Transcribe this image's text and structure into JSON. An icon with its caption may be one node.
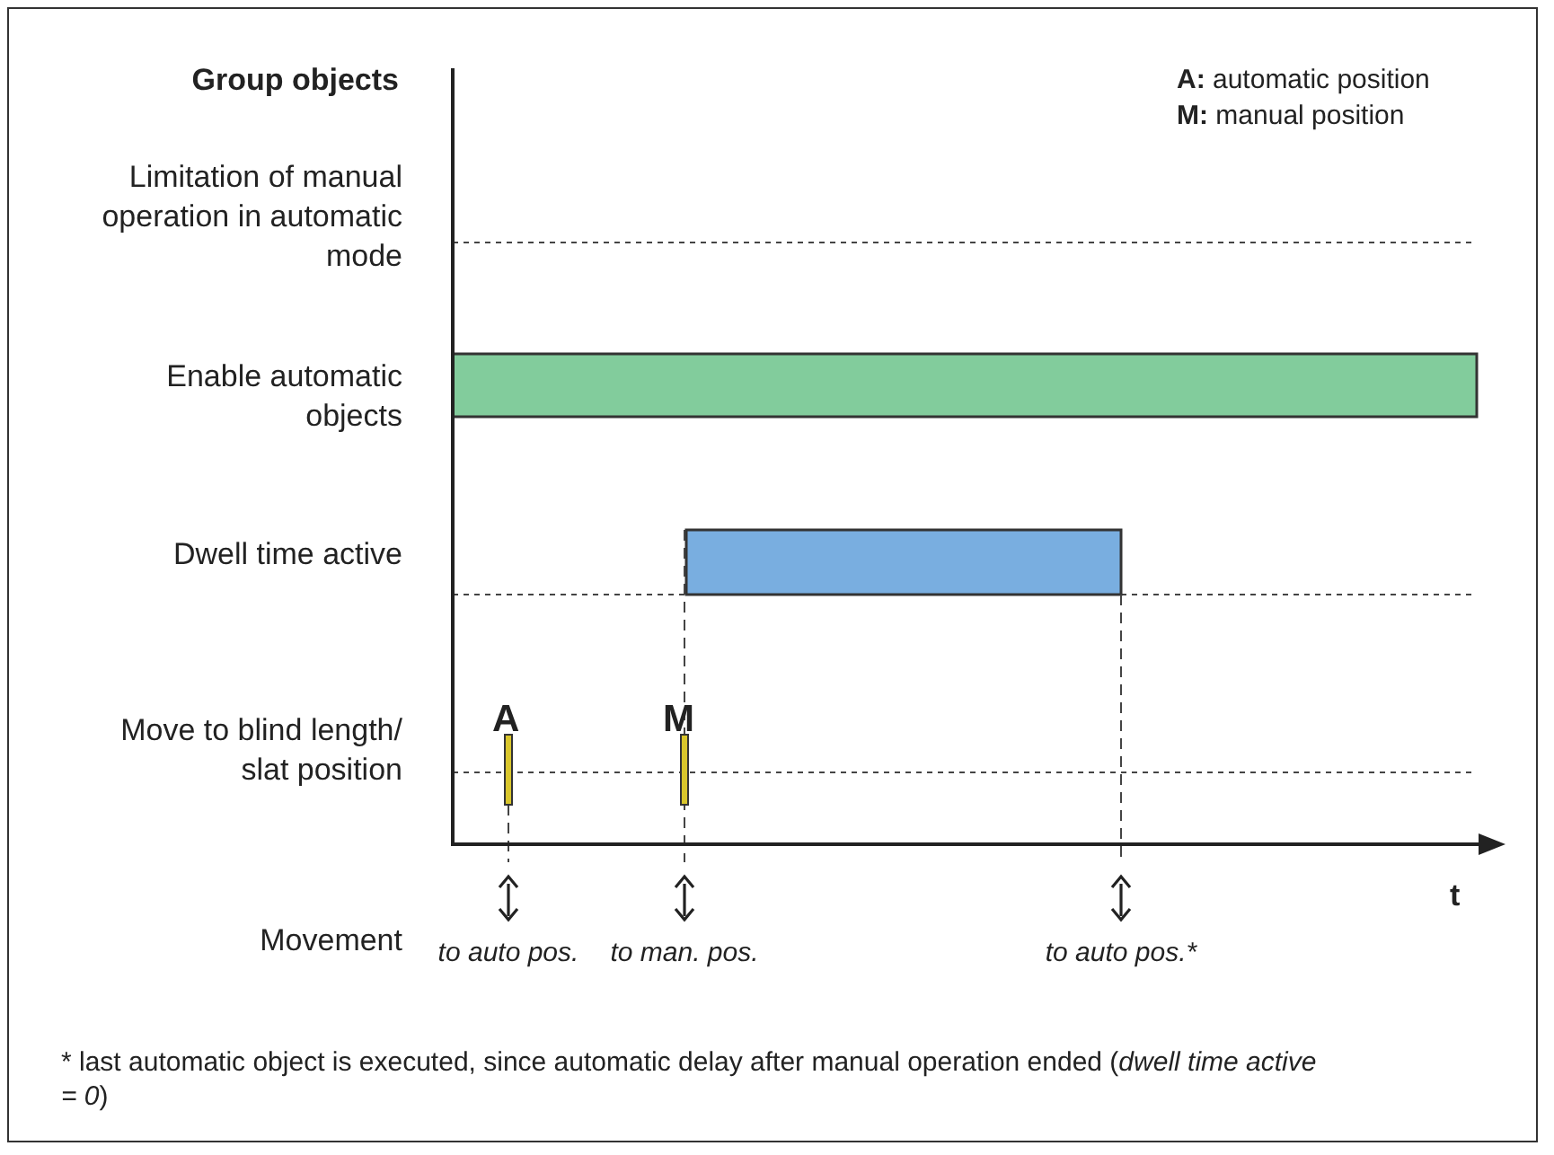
{
  "diagram": {
    "title": "Group objects",
    "labels": [
      "**A:** automatic position",
      "**M:** manual position",
      "Limitation of manual operation in automatic mode",
      "Enable automatic objects",
      "Dwell time active",
      "A",
      "M",
      "Move to blind length/ slat position",
      "t",
      "Movement",
      "to auto pos.",
      "to man. pos.",
      "to auto pos.*",
      "* last automatic object is executed, since automatic delay after manual operation ended (*dwell time active = 0*)"
    ]
  }
}
